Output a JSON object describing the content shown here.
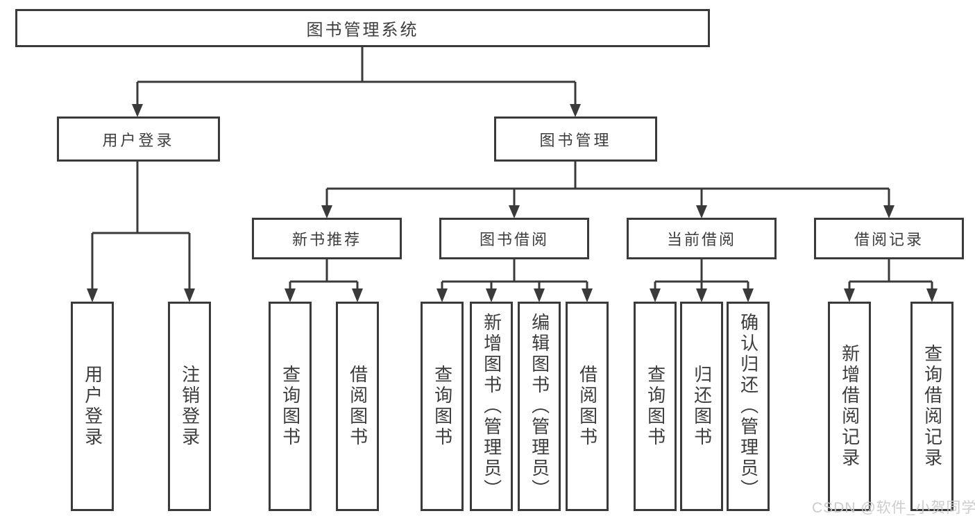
{
  "colors": {
    "line": "#3a3a3a",
    "text": "#3d3d3d",
    "background": "#ffffff",
    "watermark": "#c9cacb"
  },
  "diagram": {
    "root": {
      "label": "图书管理系统"
    },
    "level2": [
      {
        "label": "用户登录"
      },
      {
        "label": "图书管理"
      }
    ],
    "level3": [
      {
        "label": "新书推荐"
      },
      {
        "label": "图书借阅"
      },
      {
        "label": "当前借阅"
      },
      {
        "label": "借阅记录"
      }
    ],
    "leaves": {
      "login": [
        {
          "label": "用户登录"
        },
        {
          "label": "注销登录"
        }
      ],
      "new_book": [
        {
          "label": "查询图书"
        },
        {
          "label": "借阅图书"
        }
      ],
      "book_borrow": [
        {
          "label": "查询图书"
        },
        {
          "label": "新增图书（管理员）"
        },
        {
          "label": "编辑图书（管理员）"
        },
        {
          "label": "借阅图书"
        }
      ],
      "current_borrow": [
        {
          "label": "查询图书"
        },
        {
          "label": "归还图书"
        },
        {
          "label": "确认归还（管理员）"
        }
      ],
      "records": [
        {
          "label": "新增借阅记录"
        },
        {
          "label": "查询借阅记录"
        }
      ]
    }
  },
  "watermark": {
    "text": "CSDN @软件_小贺同学"
  }
}
